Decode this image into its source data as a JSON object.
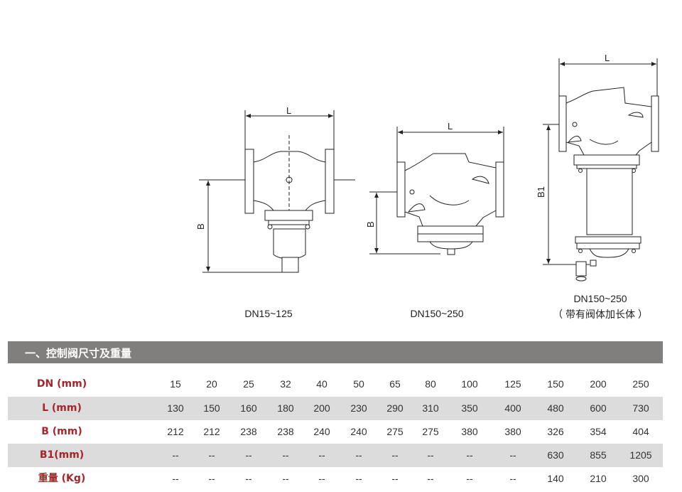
{
  "diagrams": [
    {
      "caption": "DN15~125",
      "dim_horizontal": "L",
      "dim_vertical": "B"
    },
    {
      "caption": "DN150~250",
      "dim_horizontal": "L",
      "dim_vertical": "B"
    },
    {
      "caption": "DN150~250",
      "caption_note": "（ 带有阀体加长体 ）",
      "dim_horizontal": "L",
      "dim_vertical": "B1"
    }
  ],
  "section": {
    "title": "一、控制阀尺寸及重量"
  },
  "table": {
    "rows": [
      {
        "label": "DN (mm)",
        "values": [
          "15",
          "20",
          "25",
          "32",
          "40",
          "50",
          "65",
          "80",
          "100",
          "125",
          "150",
          "200",
          "250"
        ]
      },
      {
        "label": "L  (mm)",
        "values": [
          "130",
          "150",
          "160",
          "180",
          "200",
          "230",
          "290",
          "310",
          "350",
          "400",
          "480",
          "600",
          "730"
        ]
      },
      {
        "label": "B  (mm)",
        "values": [
          "212",
          "212",
          "238",
          "238",
          "240",
          "240",
          "275",
          "275",
          "380",
          "380",
          "326",
          "354",
          "404"
        ]
      },
      {
        "label": "B1(mm)",
        "values": [
          "--",
          "--",
          "--",
          "--",
          "--",
          "--",
          "--",
          "--",
          "--",
          "--",
          "630",
          "855",
          "1205"
        ]
      },
      {
        "label": "重量 (Kg)",
        "values": [
          "--",
          "--",
          "--",
          "--",
          "--",
          "--",
          "--",
          "--",
          "--",
          "--",
          "140",
          "210",
          "300"
        ]
      }
    ]
  },
  "colors": {
    "header_bg": "#807f7d",
    "label_red": "#a5252b",
    "stripe": "#dcdcdc"
  }
}
